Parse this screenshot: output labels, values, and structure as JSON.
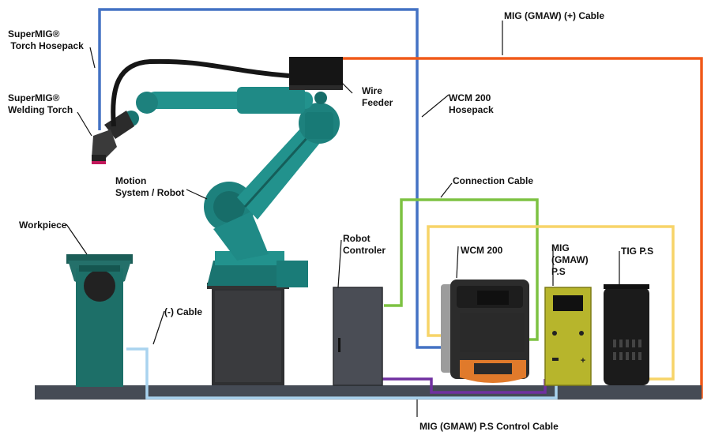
{
  "labels": {
    "torch_hosepack": "SuperMIG®\n Torch Hosepack",
    "welding_torch": "SuperMIG®\nWelding Torch",
    "mig_plus_cable": "MIG (GMAW) (+) Cable",
    "wire_feeder": "Wire\nFeeder",
    "wcm200_hosepack": "WCM 200\nHosepack",
    "motion_system": "Motion\nSystem / Robot",
    "connection_cable": "Connection Cable",
    "workpiece": "Workpiece",
    "robot_controller": "Robot\nControler",
    "wcm200": "WCM 200",
    "mig_ps": "MIG\n(GMAW)\nP.S",
    "tig_ps": "TIG P.S",
    "minus_cable": "(-) Cable",
    "control_cable": "MIG (GMAW) P.S Control Cable"
  },
  "colors": {
    "wcm_hosepack": "#4472c4",
    "mig_plus_cable": "#f05a1a",
    "connection_cable": "#7dc242",
    "tig_loop": "#f7d468",
    "minus_cable": "#a9d3ef",
    "control_cable": "#7030a0",
    "robot_teal": "#1f8a86",
    "workpiece_teal": "#1d6f68",
    "floor": "#454b55",
    "mig_ps_body": "#b7b52c",
    "tig_ps_body": "#1b1b1b"
  }
}
